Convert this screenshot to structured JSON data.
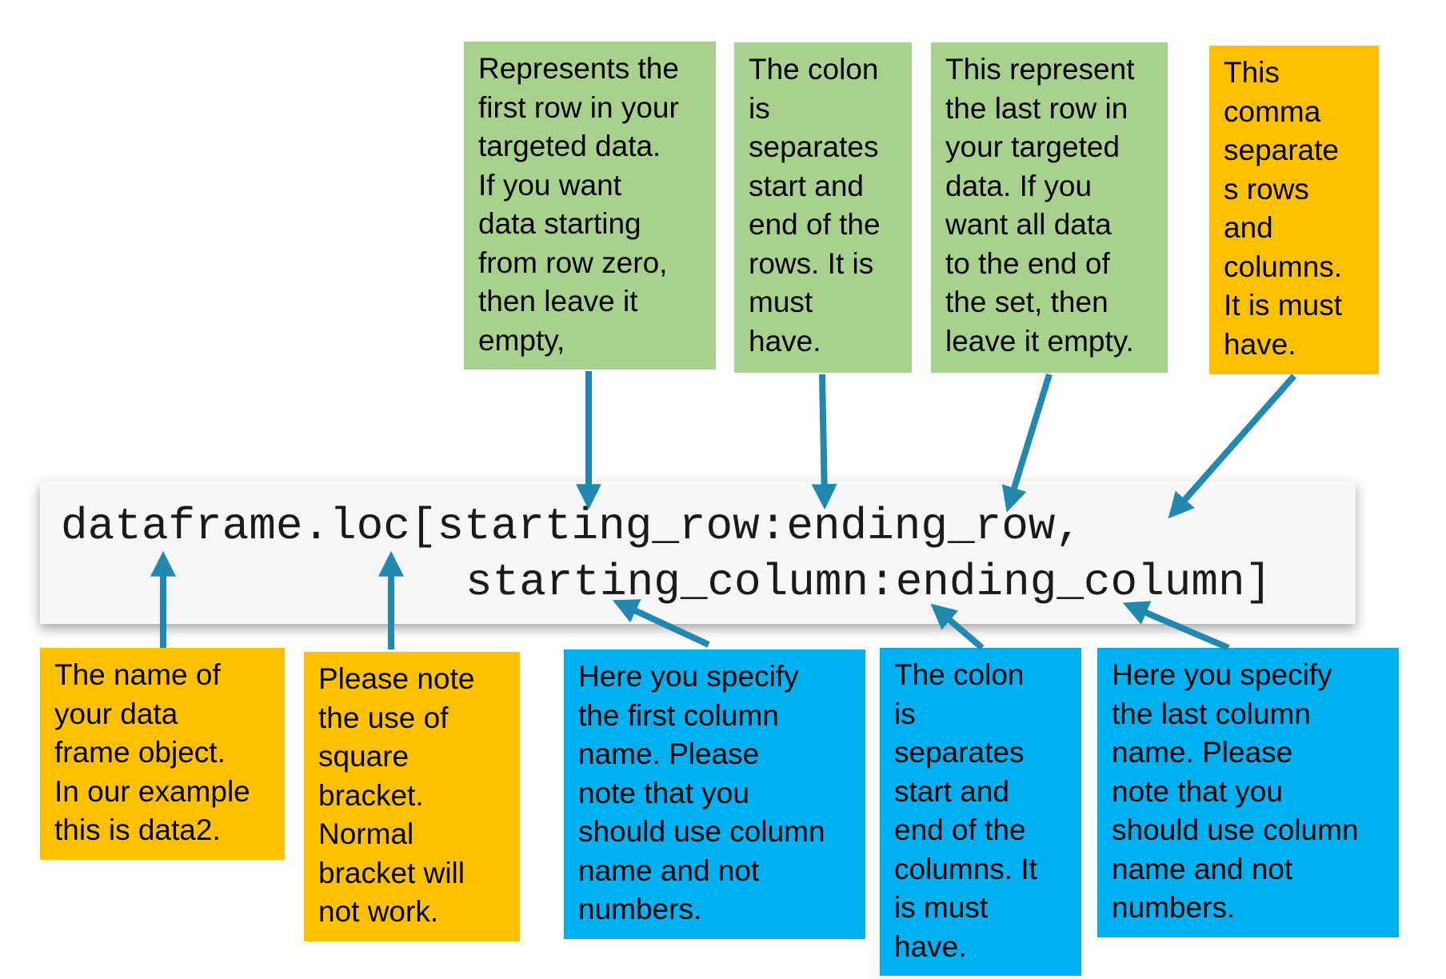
{
  "code": {
    "line1": "dataframe.loc[starting_row:ending_row,",
    "line2": "starting_column:ending_column]"
  },
  "annotations": {
    "first_row": "Represents the\nfirst row in your\ntargeted data.\nIf you want\ndata starting\nfrom row zero,\nthen leave it\nempty,",
    "row_colon": "The colon\nis\nseparates\nstart and\nend of the\nrows.  It is\nmust\nhave.",
    "last_row": "This represent\nthe last row in\nyour targeted\ndata.  If you\nwant all data\nto the end of\nthe set, then\nleave it empty.",
    "comma": "This\ncomma\nseparate\ns rows\nand\ncolumns.\nIt is must\nhave.",
    "dataframe_name": "The name of\nyour data\nframe object.\nIn our example\nthis is data2.",
    "square_bracket": "Please note\nthe use of\nsquare\nbracket.\nNormal\nbracket will\nnot work.",
    "first_column": "Here you specify\nthe first column\nname.  Please\nnote that you\nshould use column\nname and not\nnumbers.",
    "column_colon": "The colon\nis\nseparates\nstart and\nend of the\ncolumns.  It\nis must\nhave.",
    "last_column": "Here you specify\nthe last column\nname.  Please\nnote that you\nshould use column\nname and not\nnumbers."
  },
  "colors": {
    "green": "#a9d18e",
    "orange": "#ffc000",
    "blue": "#00b0f0",
    "arrow": "#2189b0"
  }
}
